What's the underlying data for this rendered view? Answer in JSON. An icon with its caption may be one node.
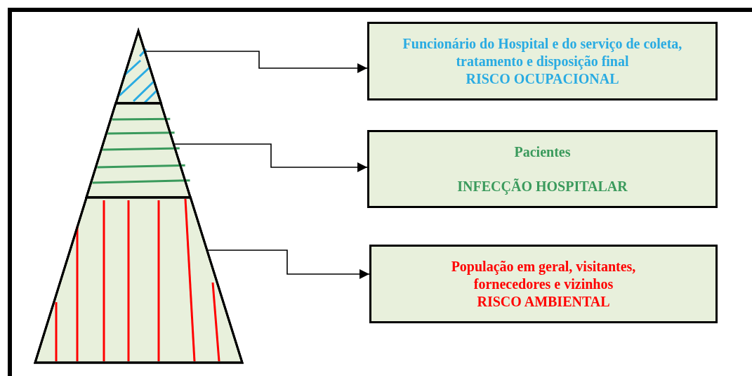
{
  "diagram": {
    "nodes": [
      {
        "text": [],
        "shape": "triangle"
      },
      {
        "text": [],
        "shape": "trapezoid"
      },
      {
        "text": [],
        "shape": "trapezoid"
      },
      {
        "text": [
          "Funcionário do Hospital e do serviço de coleta, tratamento e disposição final",
          "RISCO OCUPACIONAL"
        ]
      },
      {
        "text": [
          "Pacientes",
          "INFECÇÃO HOSPITALAR"
        ]
      },
      {
        "text": [
          "População em geral, visitantes, fornecedores e vizinhos",
          "RISCO AMBIENTAL"
        ]
      }
    ],
    "edges": [
      {
        "from": 0,
        "to": 3,
        "arrow": "to"
      },
      {
        "from": 1,
        "to": 4,
        "arrow": "to"
      },
      {
        "from": 2,
        "to": 5,
        "arrow": "to"
      }
    ]
  }
}
